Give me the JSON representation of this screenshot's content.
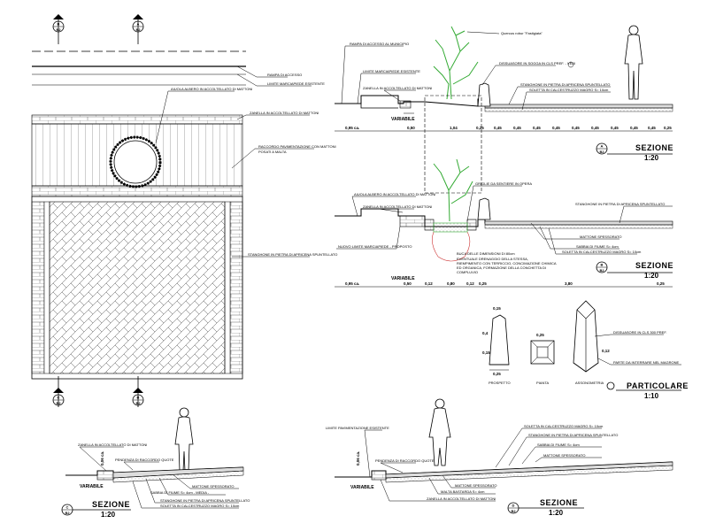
{
  "tree_label": "Quercus robur \"Fastigiata\"",
  "plan": {
    "tag_top_left": "B",
    "tag_top_left_sheet": "B2",
    "tag_top_right": "A",
    "tag_top_right_sheet": "B2",
    "tag_bottom_left": "C",
    "tag_bottom_left_sheet": "B2",
    "tag_bottom_right": "B",
    "tag_bottom_right_sheet": "B2",
    "labels": [
      "RAMPA DI ACCESSO",
      "LIMITE MARCIAPIEDE ESISTENTE",
      "AIUOLA ALBERO IN ACCOLTELLATO DI MATTONI",
      "ZANELLA IN ACCOLTELLATO DI MATTONI",
      "RACCORDO PAVIMENTAZIONE CON MATTONI",
      "POSATI A MALTA",
      "STANGHONE IN PIETRA DI APRICENA SPUNTELLATO"
    ]
  },
  "section_a": {
    "title": "SEZIONE",
    "scale": "1:20",
    "tag": "A",
    "tag_sheet": "B2",
    "labels": [
      "RAMPA DI ACCESSO AL MUNICIPIO",
      "LIMITE MARCIAPIEDE ESISTENTE",
      "ZANELLA IN ACCOLTELLATO DI MATTONI",
      "DISSUASORE IN SOGGA IN CLS PREF. - VEDI",
      "STANGHONE IN PIETRA DI APRICENA SPUNTELLATO",
      "SOLETTA IN CALCESTRUZZO MAGRO S= 10cm"
    ],
    "variable": "VARIABILE",
    "dims": [
      "0,95 ca.",
      "0,50",
      "1,04",
      "0,25",
      "0,45",
      "0,45",
      "0,45",
      "0,45",
      "0,45",
      "0,45",
      "0,45",
      "0,45",
      "0,45",
      "0,25"
    ]
  },
  "section_b": {
    "title": "SEZIONE",
    "scale": "1:20",
    "tag": "B",
    "tag_sheet": "B2",
    "labels": [
      "AIUOLA ALBERO IN ACCOLTELLATO DI MATTONI",
      "ZANELLA IN ACCOLTELLATO DI MATTONI",
      "GRIGLIE DA SENTIERE IN OPERA",
      "STANGHONE IN PIETRA DI APRICENA SPUNTELLATO",
      "MATTONE SPESSORATO",
      "SABBIA DI FIUME S= 4cm",
      "SOLETTA IN CALCESTRUZZO MAGRO S= 10cm",
      "NUOVO LIMITE MARCIAPIEDE - PROPOSTO",
      "BUCA DELLE DIMENSIONI DI 80cm",
      "EVENTUALE DRENAGGIO DELLA STESSA,",
      "RIEMPIMENTO CON TERRICCIO, CONCIMAZIONE CHIMICA",
      "ED ORGANICA, FORMAZIONE DELLA CONCHETTA DI",
      "COMPLUVIO"
    ],
    "variable": "VARIABILE",
    "dims": [
      "0,95 ca.",
      "0,50",
      "0,12",
      "0,80",
      "0,12",
      "0,25",
      "3,80",
      "0,25"
    ]
  },
  "detail": {
    "title": "PARTICOLARE",
    "scale": "1:10",
    "views": [
      "PROSPETTO",
      "PIANTA",
      "ASSONOMETRIA"
    ],
    "dims": [
      "0,15",
      "0,4",
      "0,15",
      "0,25",
      "0,25"
    ],
    "labels": [
      "DISSUASORE IN CLS 300 PREF.",
      "PARTE DA INTERRARE NEL MAGRONE"
    ],
    "tag_number": "0,12"
  },
  "section_c": {
    "title": "SEZIONE",
    "scale": "1:20",
    "tag": "C",
    "tag_sheet": "B2",
    "labels": [
      "ZANELLA IN ACCOLTELLATO DI MATTONI",
      "PENDENZA DI RACCORDO QUOTE",
      "MATTONE SPESSORATO",
      "SABBIA DI FIUME S= 4cm - MEDIA -",
      "STANGHONE IN PIETRA DI APRICENA SPUNTELLATO",
      "SOLETTA IN CALCESTRUZZO MAGRO S= 10cm"
    ],
    "variable": "VARIABILE",
    "dim": "0,06 ca."
  },
  "section_d": {
    "title": "SEZIONE",
    "scale": "1:20",
    "tag": "D",
    "tag_sheet": "B2",
    "labels": [
      "LIMITE PAVIMENTAZIONE ESISTENTE",
      "SOLETTA IN CALCESTRUZZO MAGRO S= 10cm",
      "STANGHONE IN PIETRA DI APRICENA SPUNTELLATO",
      "SABBIA DI FIUME S= 4cm",
      "MATTONE SPESSORATO",
      "PENDENZA DI RACCORDO QUOTE",
      "MATTONE SPESSORATO",
      "MALTA BASTARDA S= 4cm",
      "ZANELLA IN ACCOLTELLATO DI MATTONI"
    ],
    "variable": "VARIABILE",
    "dim": "0,06 ca."
  },
  "colors": {
    "tree": "#33aa33",
    "line": "#000000",
    "hatch": "#444444"
  }
}
